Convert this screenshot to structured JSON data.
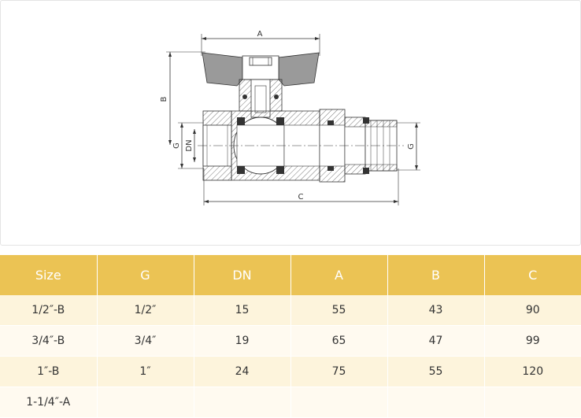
{
  "drawing": {
    "dimension_labels": {
      "A": "A",
      "B": "B",
      "C": "C",
      "G_left": "G",
      "DN": "DN",
      "G_right": "G"
    }
  },
  "table": {
    "headers": [
      "Size",
      "G",
      "DN",
      "A",
      "B",
      "C"
    ],
    "rows": [
      [
        "1/2″-B",
        "1/2″",
        "15",
        "55",
        "43",
        "90"
      ],
      [
        "3/4″-B",
        "3/4″",
        "19",
        "65",
        "47",
        "99"
      ],
      [
        "1″-B",
        "1″",
        "24",
        "75",
        "55",
        "120"
      ],
      [
        "1-1/4″-A",
        "",
        "",
        "",
        "",
        ""
      ]
    ]
  },
  "colors": {
    "header_bg": "#ebc354",
    "row_odd": "#fdf4dc",
    "row_even": "#fffaf0",
    "drawing_line": "#333333",
    "handle_fill": "#999999"
  }
}
